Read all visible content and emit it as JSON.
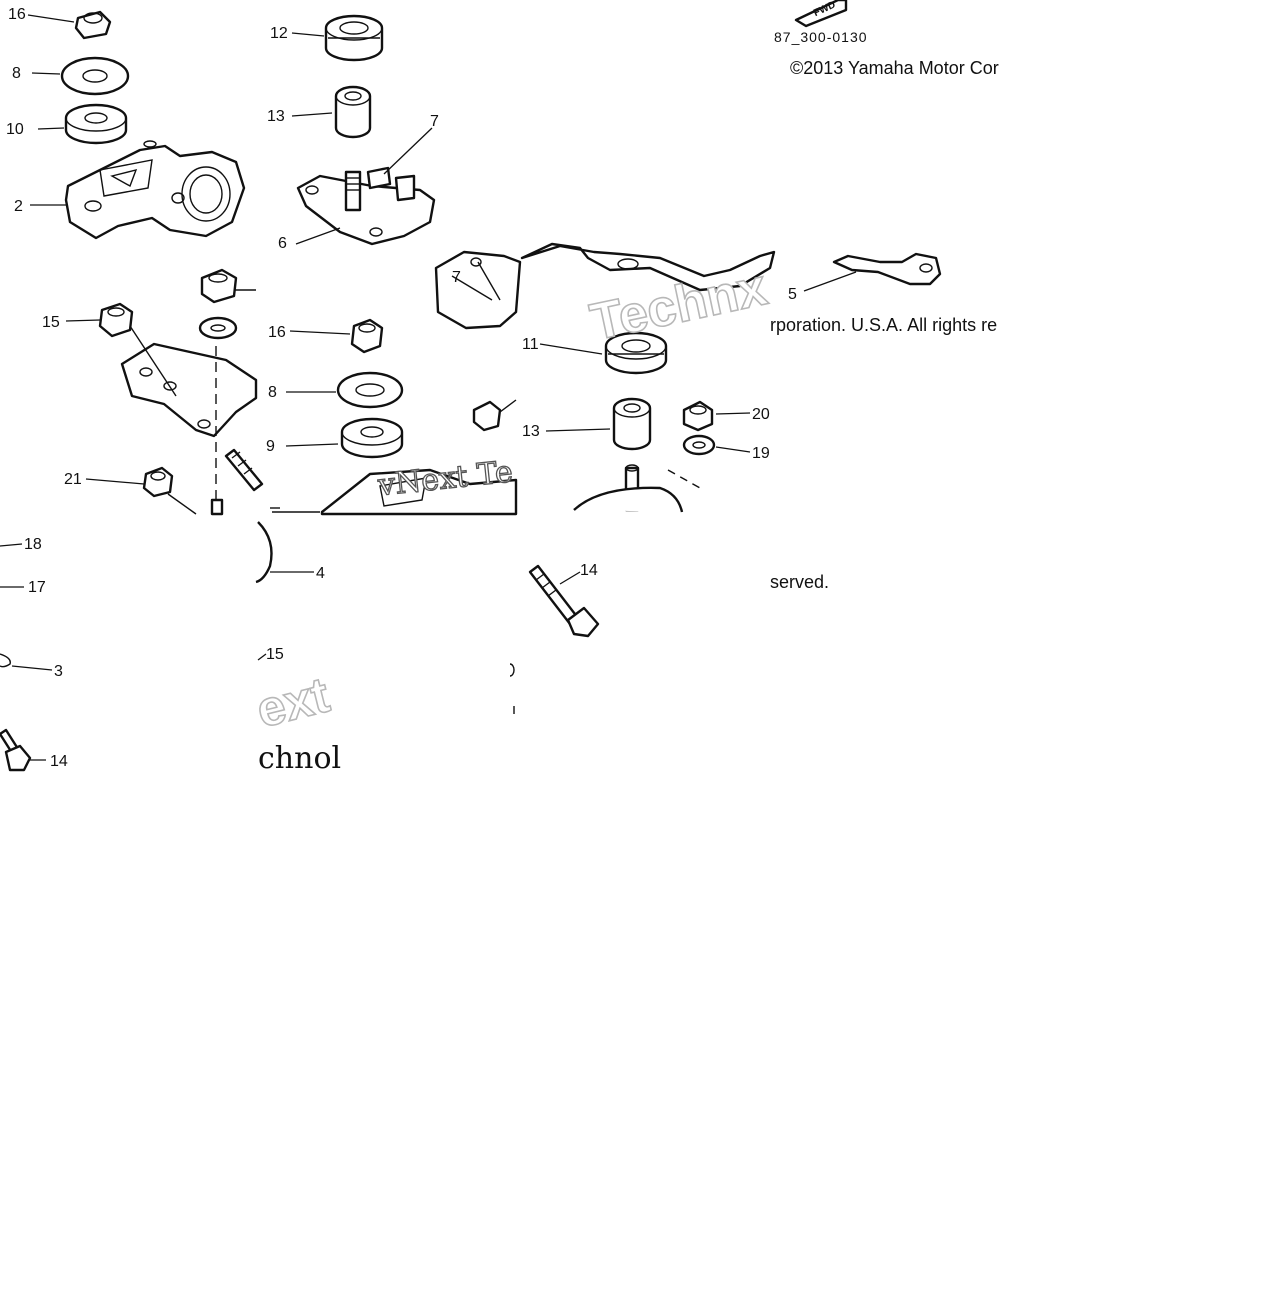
{
  "diagram": {
    "fwd_arrow_label": "FWD",
    "figure_code": "87_300-0130",
    "copyright_parts": [
      "©2013 Yamaha Motor Cor",
      "rporation. U.S.A. All rights re",
      "served."
    ],
    "watermark_fragments": [
      "Technx",
      "vNext Te",
      "ext",
      "chnol"
    ],
    "callouts": {
      "c16a": "16",
      "c8a": "8",
      "c10": "10",
      "c2": "2",
      "c12": "12",
      "c13a": "13",
      "c7a": "7",
      "c6": "6",
      "c15a": "15",
      "c21": "21",
      "c18": "18",
      "c17": "17",
      "c3": "3",
      "c14a": "14",
      "c16b": "16",
      "c8b": "8",
      "c9": "9",
      "c4": "4",
      "c15b": "15",
      "c7b": "7",
      "c11": "11",
      "c13b": "13",
      "c20": "20",
      "c19": "19",
      "c14b": "14",
      "c5": "5"
    }
  }
}
